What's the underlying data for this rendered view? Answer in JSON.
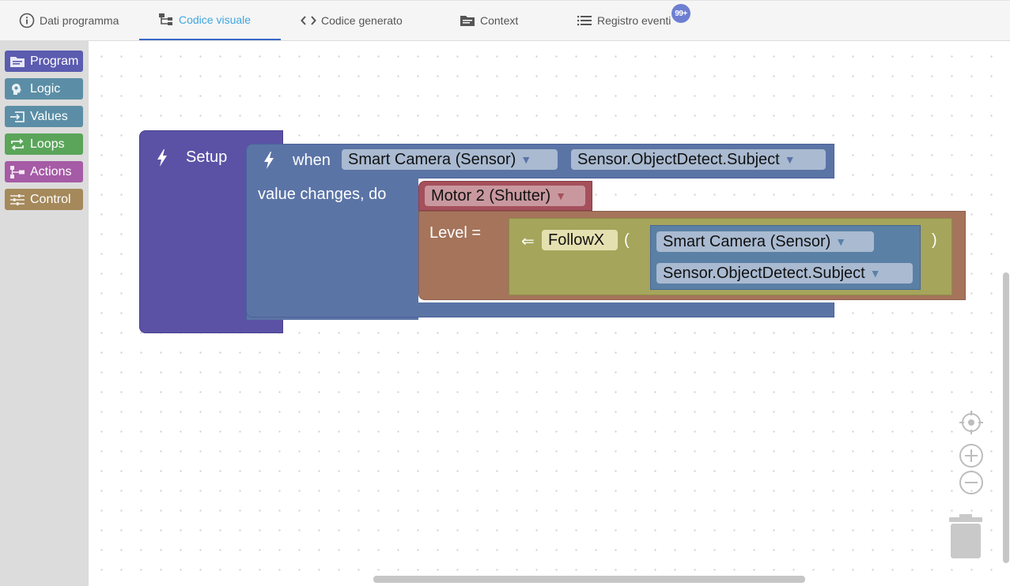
{
  "tabs": [
    {
      "label": "Dati programma",
      "icon": "info-icon"
    },
    {
      "label": "Codice visuale",
      "icon": "hierarchy-icon",
      "active": true
    },
    {
      "label": "Codice generato",
      "icon": "code-icon"
    },
    {
      "label": "Context",
      "icon": "folder-icon"
    },
    {
      "label": "Registro eventi",
      "icon": "list-icon",
      "badge": "99+"
    }
  ],
  "toolbox": [
    {
      "label": "Program",
      "color": "#5b5bb0",
      "icon": "folder-icon"
    },
    {
      "label": "Logic",
      "color": "#5b8ea6",
      "icon": "brain-icon"
    },
    {
      "label": "Values",
      "color": "#5b8ea6",
      "icon": "input-icon"
    },
    {
      "label": "Loops",
      "color": "#5ba55b",
      "icon": "repeat-icon"
    },
    {
      "label": "Actions",
      "color": "#a55ba5",
      "icon": "flow-icon"
    },
    {
      "label": "Control",
      "color": "#a5895b",
      "icon": "sliders-icon"
    }
  ],
  "blocks": {
    "setup": {
      "label": "Setup",
      "color": "#5b52a6"
    },
    "when": {
      "label": "when",
      "device": "Smart Camera (Sensor)",
      "property": "Sensor.ObjectDetect.Subject",
      "do_label": "value changes, do",
      "color": "#5b74a6"
    },
    "motor": {
      "device": "Motor 2 (Shutter)",
      "color": "#a5505b",
      "field_color": "#c9989f"
    },
    "level": {
      "label": "Level =",
      "color": "#a5745b"
    },
    "follow": {
      "arrow": "⇐",
      "func": "FollowX",
      "open_paren": "(",
      "close_paren": ")",
      "color": "#a5a55b",
      "field_color": "#e5e0b0"
    },
    "getter": {
      "device": "Smart Camera (Sensor)",
      "property": "Sensor.ObjectDetect.Subject",
      "color": "#5b80a5",
      "field_color": "#a9bad1"
    },
    "dropdown_arrow": "▼"
  },
  "workspace_controls": [
    "recenter-icon",
    "zoom-in-icon",
    "zoom-out-icon",
    "trash-icon"
  ]
}
